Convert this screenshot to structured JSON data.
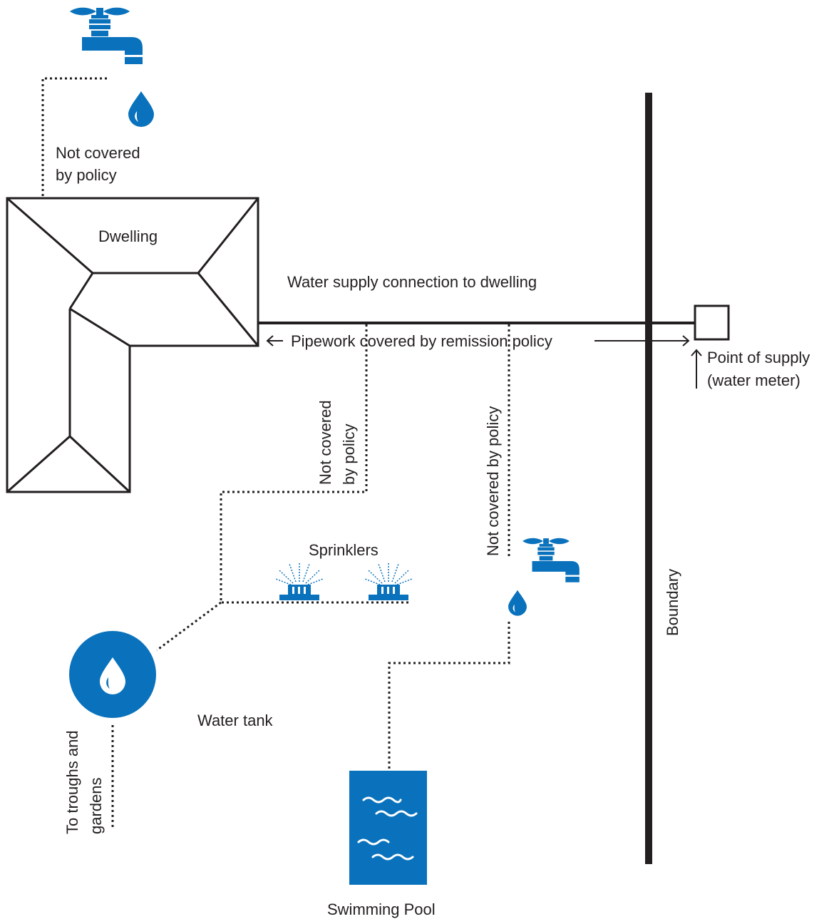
{
  "labels": {
    "not_covered_tap": "Not covered\nby policy",
    "dwelling": "Dwelling",
    "water_supply": "Water supply connection to dwelling",
    "pipework": "Pipework covered by remission policy",
    "point_of_supply": "Point of supply\n(water meter)",
    "not_covered_sprinklers": "Not covered\nby policy",
    "not_covered_pool": "Not covered by policy",
    "sprinklers": "Sprinklers",
    "boundary": "Boundary",
    "water_tank": "Water tank",
    "troughs": "To troughs and\ngardens",
    "swimming_pool": "Swimming Pool"
  },
  "colors": {
    "water_blue": "#0a72bc",
    "line": "#231f20",
    "background": "#ffffff"
  },
  "icons": [
    "tap-icon",
    "water-drop-icon",
    "sprinkler-icon",
    "water-tank-icon",
    "swimming-pool-icon",
    "water-meter-icon",
    "arrow-icon"
  ]
}
